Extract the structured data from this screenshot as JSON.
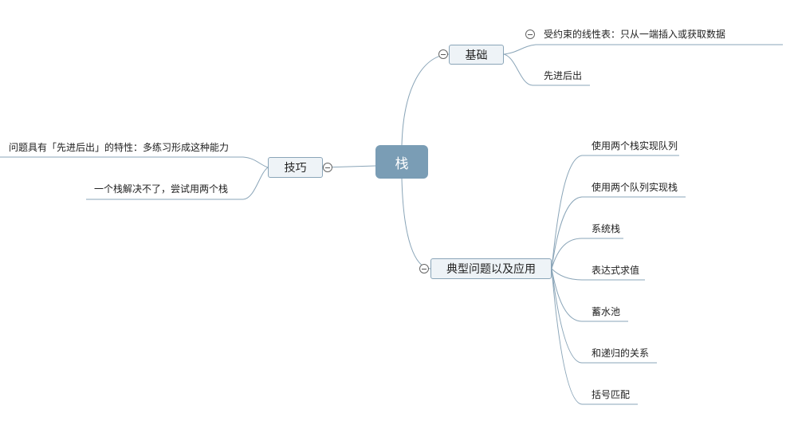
{
  "root": {
    "label": "栈"
  },
  "branches": {
    "basics": {
      "label": "基础",
      "items": [
        "受约束的线性表：只从一端插入或获取数据",
        "先进后出"
      ]
    },
    "tips": {
      "label": "技巧",
      "items": [
        "问题具有「先进后出」的特性：多练习形成这种能力",
        "一个栈解决不了，尝试用两个栈"
      ]
    },
    "problems": {
      "label": "典型问题以及应用",
      "items": [
        "使用两个栈实现队列",
        "使用两个队列实现栈",
        "系统栈",
        "表达式求值",
        "蓄水池",
        "和递归的关系",
        "括号匹配"
      ]
    }
  },
  "colors": {
    "root_fill": "#7a9db5",
    "node_fill": "#eef3f7",
    "node_border": "#8aa5b8",
    "line": "#8aa5b8"
  }
}
